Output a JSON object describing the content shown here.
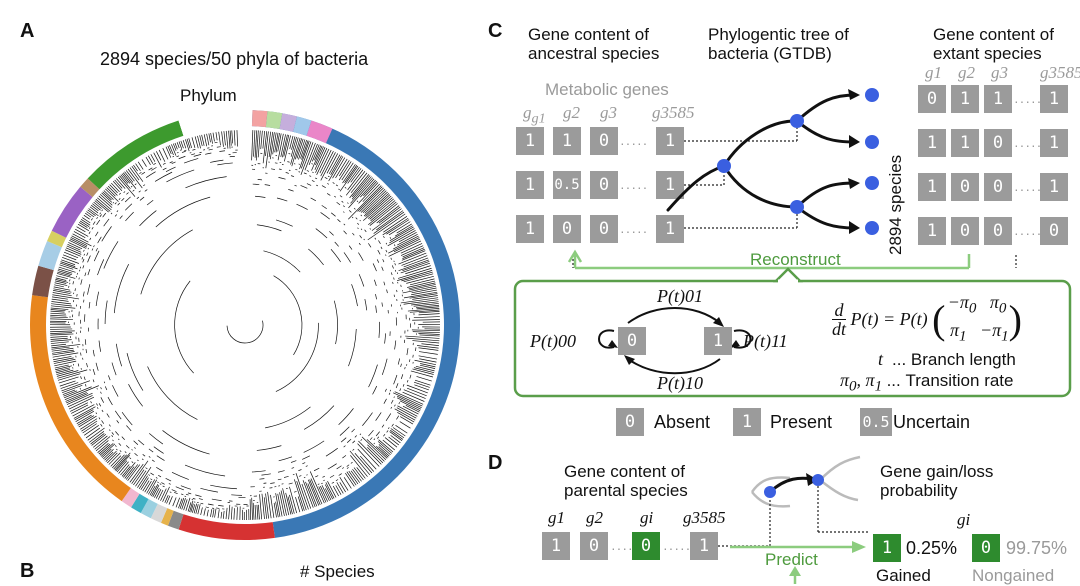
{
  "panel_labels": {
    "a": "A",
    "b": "B",
    "c": "C",
    "d": "D"
  },
  "panel_a": {
    "title": "2894 species/50 phyla of bacteria",
    "phylum_label": "Phylum",
    "ring_colors": [
      "#3a78b5",
      "#d63232",
      "#8a8a8a",
      "#e6b24a",
      "#d8d8d8",
      "#9bd0e0",
      "#3fb1c5",
      "#f1b7cf",
      "#e8861e",
      "#7b5147",
      "#a7cde6",
      "#d7cf61",
      "#9a62c4",
      "#b88e66",
      "#3d9a2e",
      "#ffffff",
      "#ea86c8",
      "#b7dda0",
      "#c5aedc",
      "#a0c8ea",
      "#f3a2a2"
    ],
    "species_label": "# Species"
  },
  "panel_c": {
    "ancestral_header": [
      "Gene content of",
      "ancestral species"
    ],
    "tree_header": [
      "Phylogentic tree of",
      "bacteria (GTDB)"
    ],
    "extant_header": [
      "Gene content of",
      "extant species"
    ],
    "metabolic_genes": "Metabolic genes",
    "gene_labels": [
      "g1",
      "g2",
      "g3",
      "g3585"
    ],
    "ancestral_rows": [
      [
        "1",
        "1",
        "0",
        "1"
      ],
      [
        "1",
        "0.5",
        "0",
        "1"
      ],
      [
        "1",
        "0",
        "0",
        "1"
      ]
    ],
    "extant_rows": [
      [
        "0",
        "1",
        "1",
        "1"
      ],
      [
        "1",
        "1",
        "0",
        "1"
      ],
      [
        "1",
        "0",
        "0",
        "1"
      ],
      [
        "1",
        "0",
        "0",
        "0"
      ]
    ],
    "species_count": "2894 species",
    "reconstruct": "Reconstruct",
    "model": {
      "p01": "P(t)01",
      "p10": "P(t)10",
      "p00": "P(t)00",
      "p11": "P(t)11",
      "state0": "0",
      "state1": "1",
      "t_desc": "... Branch length",
      "pi_desc": "... Transition rate"
    },
    "legend": [
      {
        "symbol": "0",
        "label": "Absent"
      },
      {
        "symbol": "1",
        "label": "Present"
      },
      {
        "symbol": "0.5",
        "label": "Uncertain"
      }
    ]
  },
  "panel_d": {
    "parental_header": [
      "Gene content of",
      "parental species"
    ],
    "gain_header": [
      "Gene gain/loss",
      "probability"
    ],
    "parental_genes": [
      "g1",
      "g2",
      "gi",
      "g3585"
    ],
    "parental_values": [
      "1",
      "0",
      "0",
      "1"
    ],
    "predict": "Predict",
    "gi_label": "gi",
    "gained_value": "1",
    "gained_pct": "0.25%",
    "nongained_value": "0",
    "nongained_pct": "99.75%",
    "gained_label": "Gained",
    "nongained_label": "Nongained"
  },
  "colors": {
    "tree_green": "#5a9e4a",
    "node_blue": "#3a5fe0",
    "cell_grey": "#9b9b9b",
    "cell_green": "#2e8b2e"
  }
}
